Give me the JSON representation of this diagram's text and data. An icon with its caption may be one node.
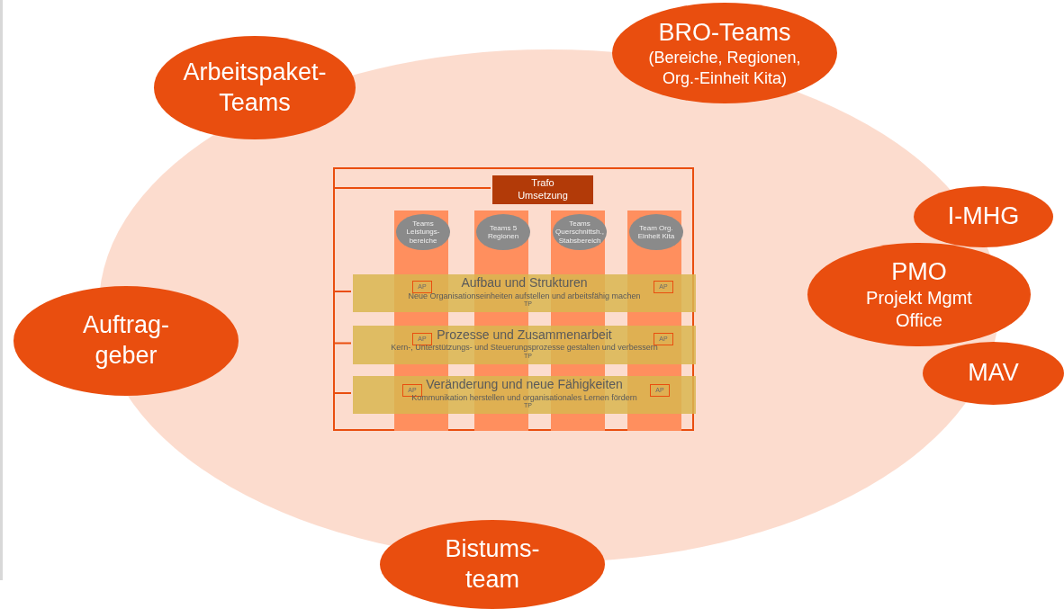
{
  "diagram": {
    "nodes": [
      {
        "text": [
          "Arbeitspaket- Teams"
        ]
      },
      {
        "text": [
          "BRO-Teams",
          "(Bereiche, Regionen, Org.-Einheit Kita)"
        ]
      },
      {
        "text": [
          "I-MHG"
        ]
      },
      {
        "text": [
          "PMO",
          "Projekt Mgmt Office"
        ]
      },
      {
        "text": [
          "MAV"
        ]
      },
      {
        "text": [
          "Auftrag- geber"
        ]
      },
      {
        "text": [
          "Bistums- team"
        ]
      },
      {
        "text": [],
        "shape": "box"
      },
      {
        "text": [
          "Trafo Umsetzung"
        ],
        "in": 7
      },
      {
        "text": [
          "Teams Leistungs- bereiche"
        ],
        "in": 7
      },
      {
        "text": [
          "Teams 5 Regionen"
        ],
        "in": 7
      },
      {
        "text": [
          "Teams Querschnittsh., Stabsbereich"
        ],
        "in": 7
      },
      {
        "text": [
          "Team Org. Einheit Kita"
        ],
        "in": 7
      },
      {
        "text": [
          "Aufbau und Strukturen",
          "Neue Organisationseinheiten aufstellen und arbeitsfähig machen",
          "TP"
        ],
        "in": 7
      },
      {
        "text": [
          "AP"
        ],
        "in": 13
      },
      {
        "text": [
          "AP"
        ],
        "in": 13
      },
      {
        "text": [
          "Prozesse und Zusammenarbeit",
          "Kern-, Unterstützungs- und Steuerungsprozesse gestalten und verbessern",
          "TP"
        ],
        "in": 7
      },
      {
        "text": [
          "AP"
        ],
        "in": 16
      },
      {
        "text": [
          "AP"
        ],
        "in": 16
      },
      {
        "text": [
          "Veränderung und neue Fähigkeiten",
          "Kommunikation herstellen und organisationales Lernen fördern",
          "TP"
        ],
        "in": 7
      },
      {
        "text": [
          "AP"
        ],
        "in": 19
      },
      {
        "text": [
          "AP"
        ],
        "in": 19
      }
    ],
    "edges": [
      {
        "from": 8,
        "to": 13,
        "arrow": "none"
      },
      {
        "from": 8,
        "to": 16,
        "arrow": "none"
      },
      {
        "from": 8,
        "to": 19,
        "arrow": "none"
      }
    ]
  }
}
